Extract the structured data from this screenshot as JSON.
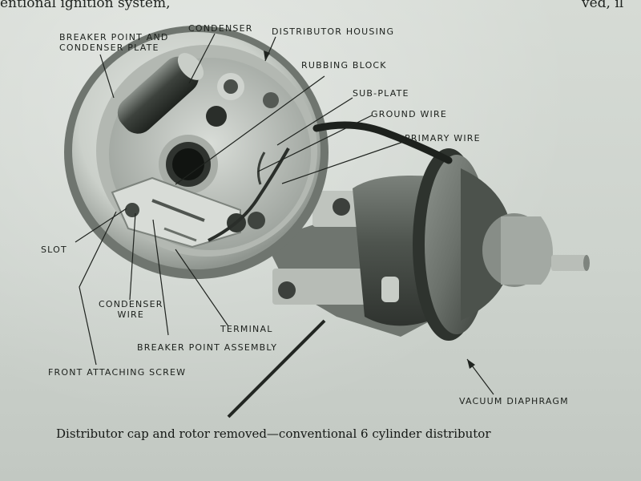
{
  "page": {
    "top_text_left": "entional ignition system,",
    "top_text_right": "ved, il"
  },
  "figure": {
    "labels": {
      "breaker_point_plate_line1": "BREAKER POINT AND",
      "breaker_point_plate_line2": "CONDENSER PLATE",
      "condenser": "CONDENSER",
      "distributor_housing": "DISTRIBUTOR HOUSING",
      "rubbing_block": "RUBBING BLOCK",
      "sub_plate": "SUB-PLATE",
      "ground_wire": "GROUND WIRE",
      "primary_wire": "PRIMARY WIRE",
      "slot": "SLOT",
      "condenser_wire_line1": "CONDENSER",
      "condenser_wire_line2": "WIRE",
      "terminal": "TERMINAL",
      "breaker_point_assembly": "BREAKER POINT ASSEMBLY",
      "front_attaching_screw": "FRONT ATTACHING SCREW",
      "vacuum_diaphragm": "VACUUM DIAPHRAGM"
    },
    "caption": "Distributor cap and rotor removed—conventional 6 cylinder distributor"
  }
}
